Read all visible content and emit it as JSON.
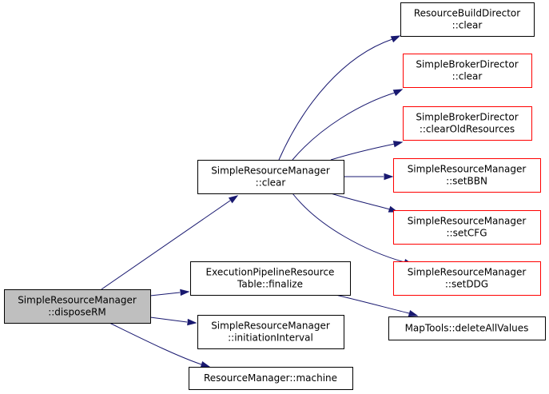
{
  "colors": {
    "edge": "#191970",
    "root_fill": "#bfbfbf",
    "node_fill": "#ffffff",
    "documented_border": "#000000",
    "undocumented_border": "#ff0000"
  },
  "nodes": [
    {
      "id": "disposeRM",
      "lines": [
        "SimpleResourceManager",
        "::disposeRM"
      ],
      "kind": "root"
    },
    {
      "id": "srm_clear",
      "lines": [
        "SimpleResourceManager",
        "::clear"
      ],
      "kind": "documented"
    },
    {
      "id": "rbd_clear",
      "lines": [
        "ResourceBuildDirector",
        "::clear"
      ],
      "kind": "documented"
    },
    {
      "id": "sbd_clear",
      "lines": [
        "SimpleBrokerDirector",
        "::clear"
      ],
      "kind": "undocumented"
    },
    {
      "id": "sbd_clearOld",
      "lines": [
        "SimpleBrokerDirector",
        "::clearOldResources"
      ],
      "kind": "undocumented"
    },
    {
      "id": "srm_setBBN",
      "lines": [
        "SimpleResourceManager",
        "::setBBN"
      ],
      "kind": "undocumented"
    },
    {
      "id": "srm_setCFG",
      "lines": [
        "SimpleResourceManager",
        "::setCFG"
      ],
      "kind": "undocumented"
    },
    {
      "id": "srm_setDDG",
      "lines": [
        "SimpleResourceManager",
        "::setDDG"
      ],
      "kind": "undocumented"
    },
    {
      "id": "eprt_finalize",
      "lines": [
        "ExecutionPipelineResource",
        "Table::finalize"
      ],
      "kind": "documented"
    },
    {
      "id": "srm_initInterval",
      "lines": [
        "SimpleResourceManager",
        "::initiationInterval"
      ],
      "kind": "documented"
    },
    {
      "id": "rm_machine",
      "lines": [
        "ResourceManager::machine"
      ],
      "kind": "documented"
    },
    {
      "id": "maptools_delete",
      "lines": [
        "MapTools::deleteAllValues"
      ],
      "kind": "documented"
    }
  ],
  "edges": [
    {
      "from": "disposeRM",
      "to": "srm_clear"
    },
    {
      "from": "disposeRM",
      "to": "eprt_finalize"
    },
    {
      "from": "disposeRM",
      "to": "srm_initInterval"
    },
    {
      "from": "disposeRM",
      "to": "rm_machine"
    },
    {
      "from": "srm_clear",
      "to": "rbd_clear"
    },
    {
      "from": "srm_clear",
      "to": "sbd_clear"
    },
    {
      "from": "srm_clear",
      "to": "sbd_clearOld"
    },
    {
      "from": "srm_clear",
      "to": "srm_setBBN"
    },
    {
      "from": "srm_clear",
      "to": "srm_setCFG"
    },
    {
      "from": "srm_clear",
      "to": "srm_setDDG"
    },
    {
      "from": "eprt_finalize",
      "to": "maptools_delete"
    }
  ]
}
